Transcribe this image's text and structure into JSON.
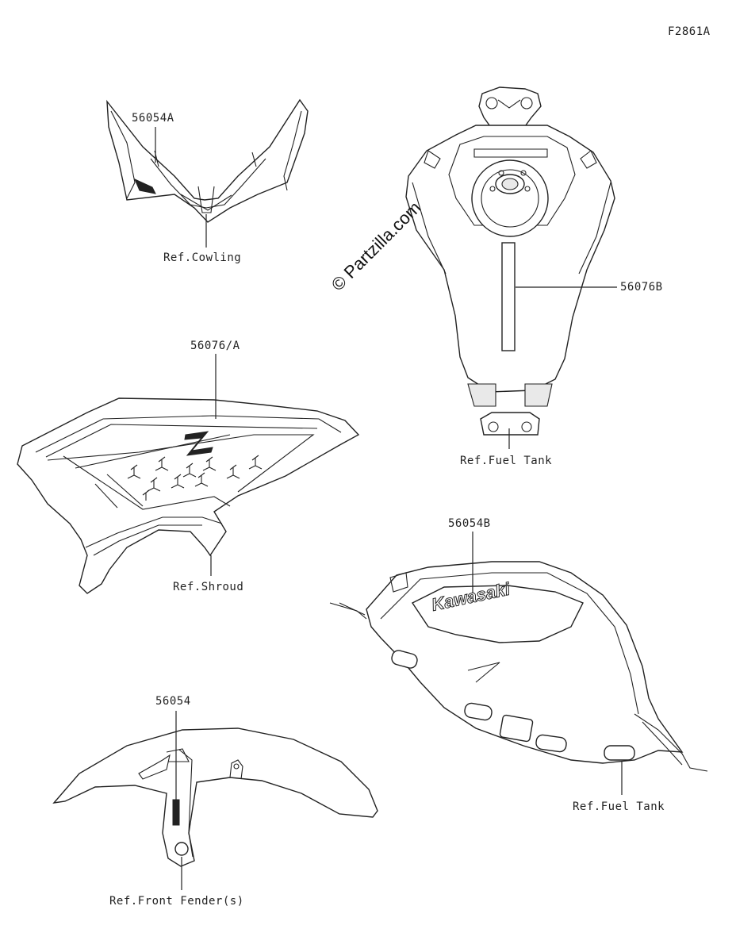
{
  "figure_code": "F2861A",
  "watermark": "© Partzilla.com",
  "callouts": {
    "cowling_part": "56054A",
    "cowling_ref": "Ref.Cowling",
    "tank_top_part": "56076B",
    "tank_top_ref": "Ref.Fuel Tank",
    "shroud_part": "56076/A",
    "shroud_ref": "Ref.Shroud",
    "tank_side_part": "56054B",
    "tank_side_ref": "Ref.Fuel Tank",
    "fender_part": "56054",
    "fender_ref": "Ref.Front Fender(s)"
  },
  "decal_text": {
    "kawasaki_logo": "Kawasaki"
  }
}
